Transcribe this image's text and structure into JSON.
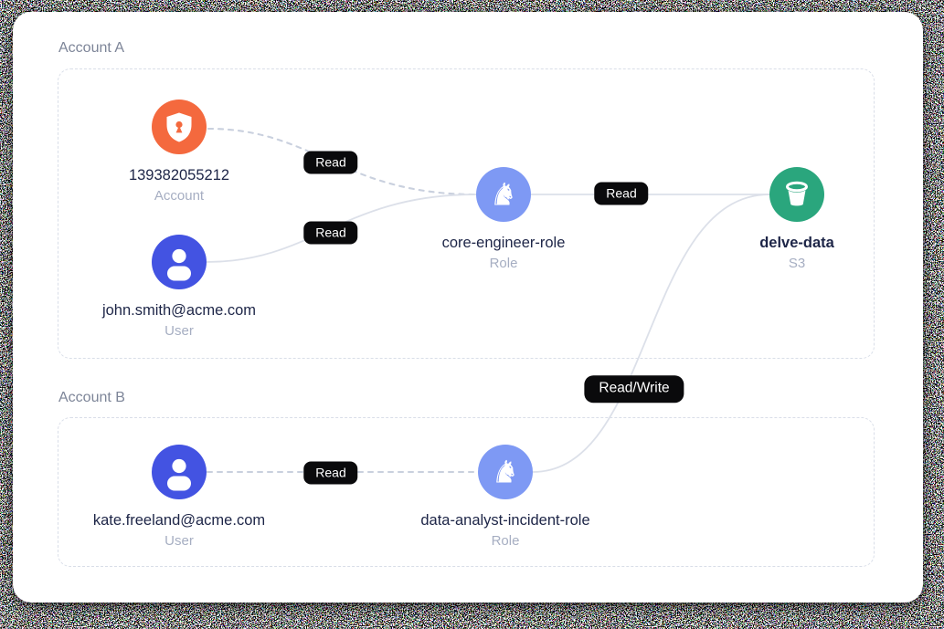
{
  "colors": {
    "card_bg": "#ffffff",
    "accent_orange": "#F4693E",
    "accent_indigo": "#4353E2",
    "accent_periwinkle": "#7E99F4",
    "accent_green": "#2AA67D",
    "label_dark": "#1D2547",
    "label_muted": "#A6AEC2",
    "section_label": "#7D8598",
    "section_border": "#D9DEE8",
    "badge_bg": "#0A0A0C",
    "badge_text": "#FFFFFF",
    "edge_dashed": "#C9D0DE",
    "edge_solid": "#DCE0E9"
  },
  "icons": {
    "knight_glyph": "♞",
    "node_icons": [
      "shield-keyhole-icon",
      "user-icon",
      "chess-knight-icon",
      "bucket-icon",
      "user-icon",
      "chess-knight-icon"
    ]
  },
  "sections": [
    {
      "label": "Account A"
    },
    {
      "label": "Account B"
    }
  ],
  "nodes": [
    {
      "label": "139382055212",
      "sublabel": "Account",
      "icon": "shield-keyhole-icon",
      "color": "#F4693E",
      "section": "Account A"
    },
    {
      "label": "john.smith@acme.com",
      "sublabel": "User",
      "icon": "user-icon",
      "color": "#4353E2",
      "section": "Account A"
    },
    {
      "label": "core-engineer-role",
      "sublabel": "Role",
      "icon": "chess-knight-icon",
      "color": "#7E99F4",
      "section": "Account A"
    },
    {
      "label": "delve-data",
      "sublabel": "S3",
      "icon": "bucket-icon",
      "color": "#2AA67D",
      "section": "Account A"
    },
    {
      "label": "kate.freeland@acme.com",
      "sublabel": "User",
      "icon": "user-icon",
      "color": "#4353E2",
      "section": "Account B"
    },
    {
      "label": "data-analyst-incident-role",
      "sublabel": "Role",
      "icon": "chess-knight-icon",
      "color": "#7E99F4",
      "section": "Account B"
    }
  ],
  "edges": [
    {
      "from": "139382055212",
      "to": "core-engineer-role",
      "label": "Read",
      "style": "dashed"
    },
    {
      "from": "john.smith@acme.com",
      "to": "core-engineer-role",
      "label": "Read",
      "style": "solid"
    },
    {
      "from": "core-engineer-role",
      "to": "delve-data",
      "label": "Read",
      "style": "solid"
    },
    {
      "from": "kate.freeland@acme.com",
      "to": "data-analyst-incident-role",
      "label": "Read",
      "style": "dashed"
    },
    {
      "from": "data-analyst-incident-role",
      "to": "delve-data",
      "label": "Read/Write",
      "style": "solid"
    }
  ]
}
